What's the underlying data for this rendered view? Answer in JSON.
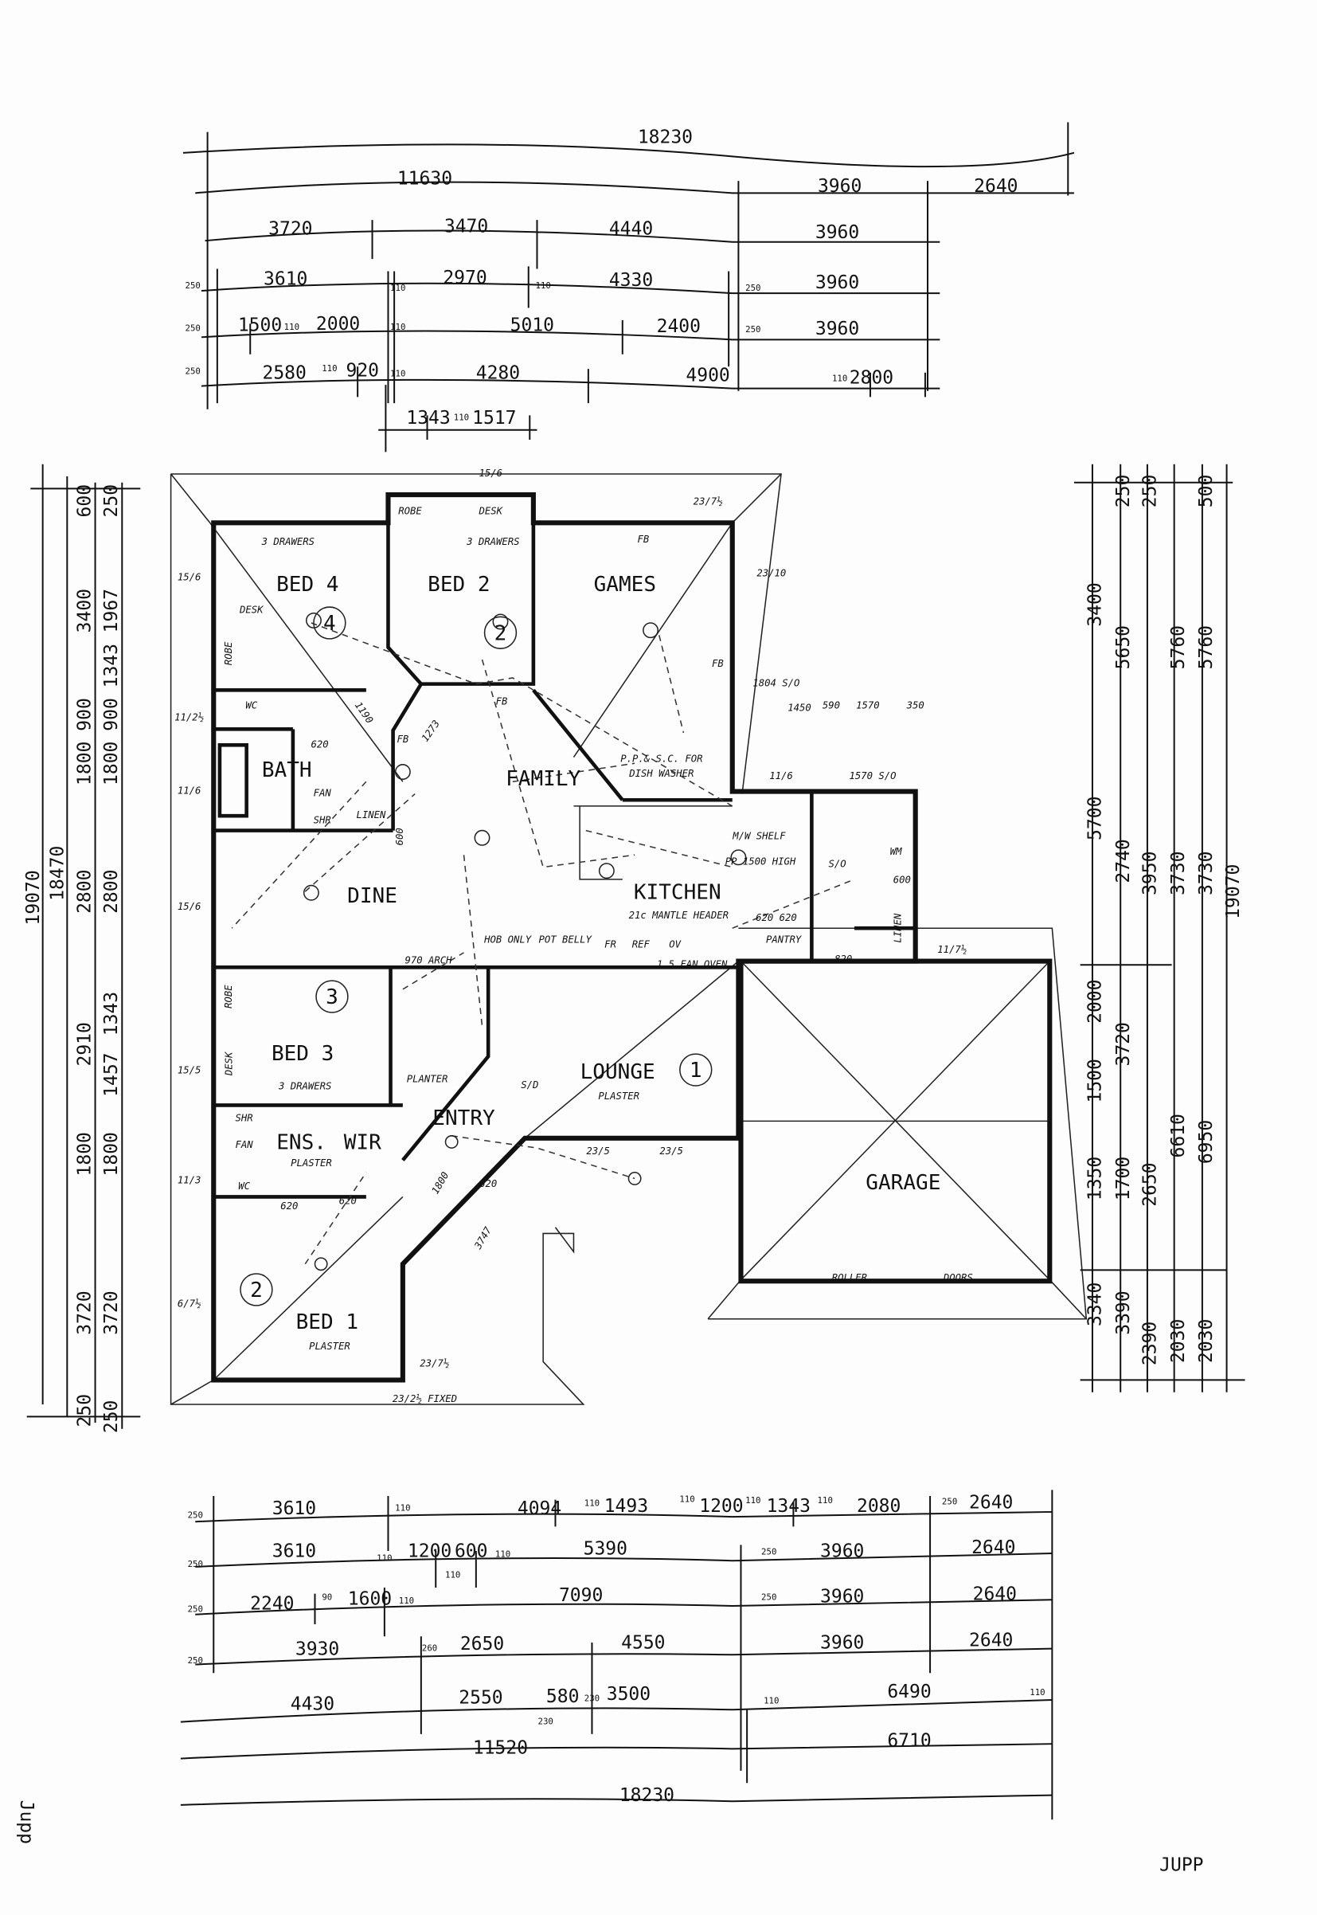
{
  "dimensions": {
    "top": [
      "18230",
      "11630",
      "3960",
      "2640",
      "3720",
      "3470",
      "4440",
      "3960",
      "3610",
      "2970",
      "4330",
      "3960",
      "1500",
      "2000",
      "5010",
      "2400",
      "3960",
      "2580",
      "920",
      "4280",
      "4900",
      "2800",
      "1343",
      "1517"
    ],
    "top_small": [
      "250",
      "110",
      "110",
      "250",
      "250",
      "110",
      "110",
      "250",
      "250",
      "110",
      "110",
      "110",
      "110"
    ],
    "bottom": [
      "3610",
      "4094",
      "1493",
      "1200",
      "1343",
      "2080",
      "2640",
      "3610",
      "1200",
      "600",
      "5390",
      "3960",
      "2640",
      "2240",
      "1600",
      "7090",
      "3960",
      "2640",
      "3930",
      "2650",
      "4550",
      "3960",
      "2640",
      "4430",
      "2550",
      "580",
      "3500",
      "6490",
      "11520",
      "6710",
      "18230"
    ],
    "bottom_small": [
      "250",
      "110",
      "110",
      "110",
      "110",
      "110",
      "250",
      "250",
      "110",
      "110",
      "110",
      "250",
      "250",
      "90",
      "110",
      "250",
      "250",
      "260",
      "230",
      "230",
      "110",
      "110"
    ],
    "left": [
      "19070",
      "18470",
      "600",
      "3400",
      "900",
      "1800",
      "2800",
      "2910",
      "1800",
      "3720",
      "250",
      "250",
      "1967",
      "1343",
      "900",
      "1800",
      "2800",
      "1343",
      "1457",
      "1800",
      "3720",
      "250"
    ],
    "right": [
      "3400",
      "5700",
      "2000",
      "1500",
      "1350",
      "3340",
      "250",
      "5650",
      "2740",
      "3720",
      "1700",
      "3390",
      "250",
      "3950",
      "2650",
      "2390",
      "5760",
      "3730",
      "6610",
      "2030",
      "500",
      "5760",
      "3730",
      "6950",
      "2030",
      "19070"
    ]
  },
  "rooms": [
    "BED 4",
    "BED 2",
    "GAMES",
    "BATH",
    "FAMILY",
    "DINE",
    "KITCHEN",
    "BED 3",
    "LOUNGE",
    "ENTRY",
    "ENS.",
    "WIR",
    "GARAGE",
    "BED 1"
  ],
  "room_numbers": [
    "4",
    "2",
    "3",
    "1",
    "2"
  ],
  "annotations": [
    "ROBE",
    "DESK",
    "3 DRAWERS",
    "3 DRAWERS",
    "FB",
    "DESK",
    "ROBE",
    "WC",
    "FAN",
    "SHR",
    "LINEN",
    "600",
    "FB",
    "FB",
    "FB",
    "P.P.& S.C. FOR",
    "DISH WASHER",
    "M/W SHELF",
    "PP 1500 HIGH",
    "S/O",
    "WM",
    "600",
    "LINEN",
    "21c MANTLE HEADER",
    "HOB ONLY",
    "POT BELLY",
    "FR",
    "REF",
    "OV",
    "PANTRY",
    "620 620",
    "1.5 FAN OVEN",
    "820",
    "970 ARCH",
    "11/7½",
    "PLASTER",
    "S/D",
    "23/5",
    "23/5",
    "PLANTER",
    "3 DRAWERS",
    "DESK",
    "ROBE",
    "SHR",
    "FAN",
    "PLASTER",
    "WC",
    "620",
    "620",
    "1800",
    "620",
    "3747",
    "ROLLER",
    "DOORS",
    "PLASTER",
    "23/7½",
    "23/2½ FIXED",
    "15/6",
    "23/7½",
    "23/10",
    "1804 S/O",
    "1450",
    "590",
    "1570",
    "350",
    "11/6",
    "1570 S/O",
    "15/6",
    "11/2½",
    "11/6",
    "15/6",
    "15/5",
    "11/3",
    "6/7½",
    "1190",
    "1273",
    "620"
  ],
  "footer_label": "JUPP",
  "signature": "Jupp"
}
